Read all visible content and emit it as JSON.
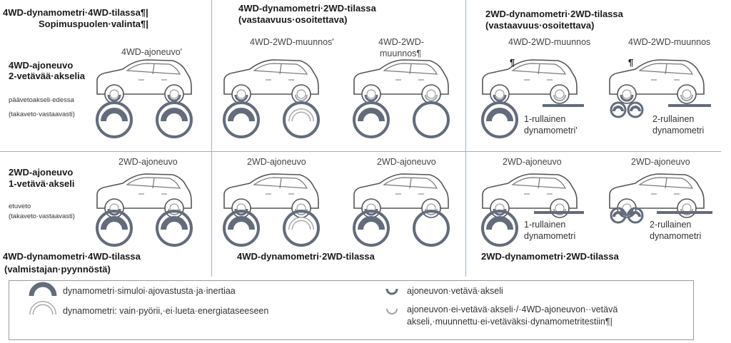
{
  "top_left": {
    "header_line1": "4WD-dynamometri·4WD-tilassa¶|",
    "header_line2": "Sopimuspuolen·valinta¶|",
    "row_label_line1": "4WD-ajoneuvo",
    "row_label_line2": "2-vetävää·akselia",
    "note_line1": "päävetoakseli·edessa",
    "note_line2": "(takaveto·vastaavasti)",
    "vehicle_label": "4WD-ajoneuvo'"
  },
  "top_middle": {
    "header_line1": "4WD-dynamometri·2WD-tilassa",
    "header_line2": "(vastaavuus·osoitettava)",
    "vehicle1_label": "4WD-2WD-muunnos'",
    "vehicle2_label_line1": "4WD-2WD-",
    "vehicle2_label_line2": "muunnos¶"
  },
  "top_right": {
    "header_line1": "2WD-dynamometri·2WD-tilassa",
    "header_line2": "(vastaavuus·osoitettava)",
    "vehicle1_label": "4WD-2WD-muunnos",
    "vehicle2_label": "4WD-2WD-muunnos",
    "pilcrow": "¶",
    "dyn1_line1": "1-rullainen",
    "dyn1_line2": "dynamometri'",
    "dyn2_line1": "2-rullainen",
    "dyn2_line2": "dynamometri"
  },
  "bottom_left": {
    "row_label_line1": "2WD-ajoneuvo",
    "row_label_line2": "1-vetävä·akseli",
    "note_line1": "etuveto",
    "note_line2": "(takaveto·vastaavasti)",
    "vehicle_label": "2WD-ajoneuvo",
    "footer_line1": "4WD-dynamometri·4WD-tilassa",
    "footer_line2": "(valmistajan·pyynnöstä)"
  },
  "bottom_middle": {
    "vehicle1_label": "2WD-ajoneuvo",
    "vehicle2_label": "2WD-ajoneuvo",
    "footer": "4WD-dynamometri·2WD-tilassa"
  },
  "bottom_right": {
    "vehicle1_label": "2WD-ajoneuvo",
    "vehicle2_label": "2WD-ajoneuvo",
    "dyn1_line1": "1-rullainen",
    "dyn1_line2": "dynamometri",
    "dyn2_line1": "2-rullainen",
    "dyn2_line2": "dynamometri",
    "footer": "2WD-dynamometri·2WD-tilassa"
  },
  "legend": {
    "item1": "dynamometri·simuloi·ajovastusta·ja·inertiaa",
    "item2": "dynamometri: vain·pyörii,·ei·lueta·energiataseeseen",
    "item3": "ajoneuvon·vetävä·akseli",
    "item4_line1": "ajoneuvon·ei-vetävä·akseli·/·4WD-ajoneuvon··vetävä",
    "item4_line2": "akseli,·muunnettu·ei-vetäväksi·dynamometritestiin¶|"
  },
  "colors": {
    "roller": "#636c7d",
    "grid_line": "#8fb3de",
    "car_outline": "#555555"
  }
}
